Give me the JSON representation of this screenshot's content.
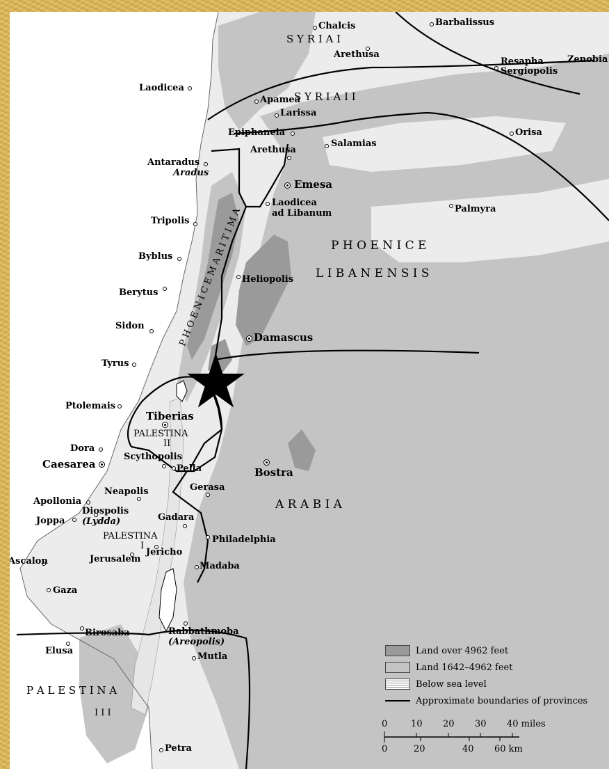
{
  "colors": {
    "high_land": "#9a9a9a",
    "mid_land": "#c4c4c4",
    "low_land": "#ececec",
    "below_sea": "#e8e8e8",
    "boundary": "#000000"
  },
  "provinces": {
    "syria_i": "S Y R I A   I",
    "syria_ii": "S Y R I A   I I",
    "phoenice": "P H O E N I C E",
    "libanensis": "L I B A N E N S I S",
    "phoenice_maritima": "P H O E N I C E   M A R I T I M A",
    "palestina_ii_a": "PALESTINA",
    "palestina_ii_b": "II",
    "palestina_i_a": "PALESTINA",
    "palestina_i_b": "I",
    "arabia": "A   R   A   B   I   A",
    "palestina_iii_a": "P   A   L   E   S   T   I   N   A",
    "palestina_iii_b": "I I I"
  },
  "places": {
    "chalcis": "Chalcis",
    "barbalissus": "Barbalissus",
    "arethusa_n": "Arethusa",
    "resapha": "Resapha",
    "sergiopolis": "Sergiopolis",
    "zenobia": "Zenobia",
    "laodicea": "Laodicea",
    "apamea": "Apamea",
    "larissa": "Larissa",
    "epiphaneia": "Epiphaneia",
    "arethusa": "Arethusa",
    "salamias": "Salamias",
    "orisa": "Orisa",
    "antaradus": "Antaradus",
    "aradus": "Aradus",
    "emesa": "Emesa",
    "laodicea_lib_a": "Laodicea",
    "laodicea_lib_b": "ad Libanum",
    "palmyra": "Palmyra",
    "tripolis": "Tripolis",
    "byblus": "Byblus",
    "heliopolis": "Heliopolis",
    "berytus": "Berytus",
    "sidon": "Sidon",
    "damascus": "Damascus",
    "tyrus": "Tyrus",
    "ptolemais": "Ptolemais",
    "tiberias": "Tiberias",
    "dora": "Dora",
    "caesarea": "Caesarea",
    "scythopolis": "Scythopolis",
    "pella": "Pella",
    "bostra": "Bostra",
    "apollonia": "Apollonia",
    "neapolis": "Neapolis",
    "gerasa": "Gerasa",
    "joppa": "Joppa",
    "diospolis": "Diospolis",
    "lydda": "(Lydda)",
    "gadara": "Gadara",
    "philadelphia": "Philadelphia",
    "ascalon": "Ascalon",
    "jerusalem": "Jerusalem",
    "jericho": "Jericho",
    "madaba": "Madaba",
    "gaza": "Gaza",
    "birosaba": "Birosaba",
    "rabbathmoba": "Rabbathmoba",
    "areopolis": "(Areopolis)",
    "elusa": "Elusa",
    "mutla": "Mutla",
    "petra": "Petra"
  },
  "legend": {
    "high": "Land over 4962 feet",
    "mid": "Land 1642–4962 feet",
    "below": "Below sea level",
    "boundary": "Approximate boundaries of provinces"
  },
  "scale": {
    "miles_ticks": [
      "0",
      "10",
      "20",
      "30",
      "40 miles"
    ],
    "km_ticks": [
      "0",
      "20",
      "40",
      "60 km"
    ]
  }
}
